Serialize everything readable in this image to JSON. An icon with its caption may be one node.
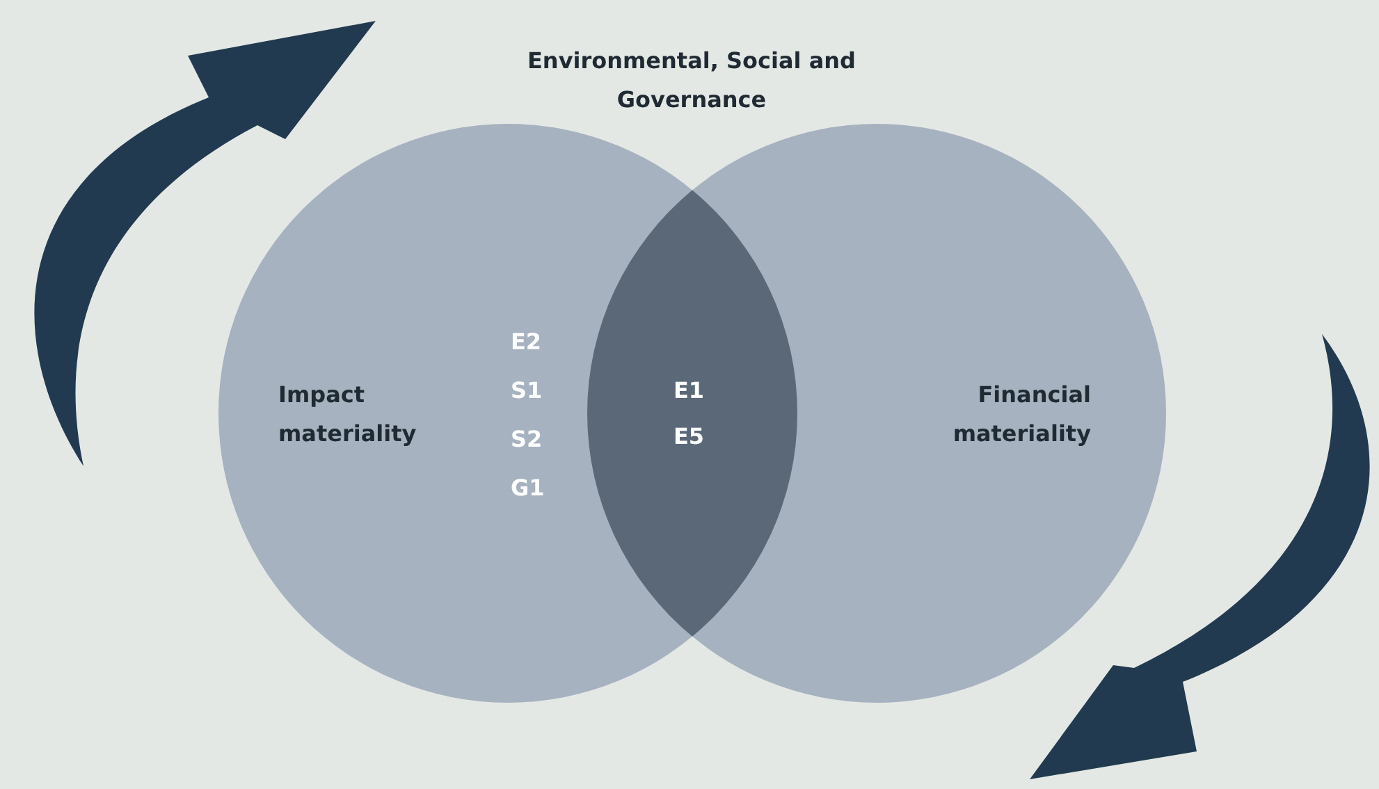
{
  "diagram": {
    "title": "Environmental, Social and Governance",
    "nodes": [
      {
        "text": [
          "Impact materiality"
        ]
      },
      {
        "text": [
          "Financial materiality"
        ]
      }
    ],
    "labels": [
      "E2",
      "S1",
      "E1",
      "E5",
      "S2",
      "G1"
    ]
  }
}
